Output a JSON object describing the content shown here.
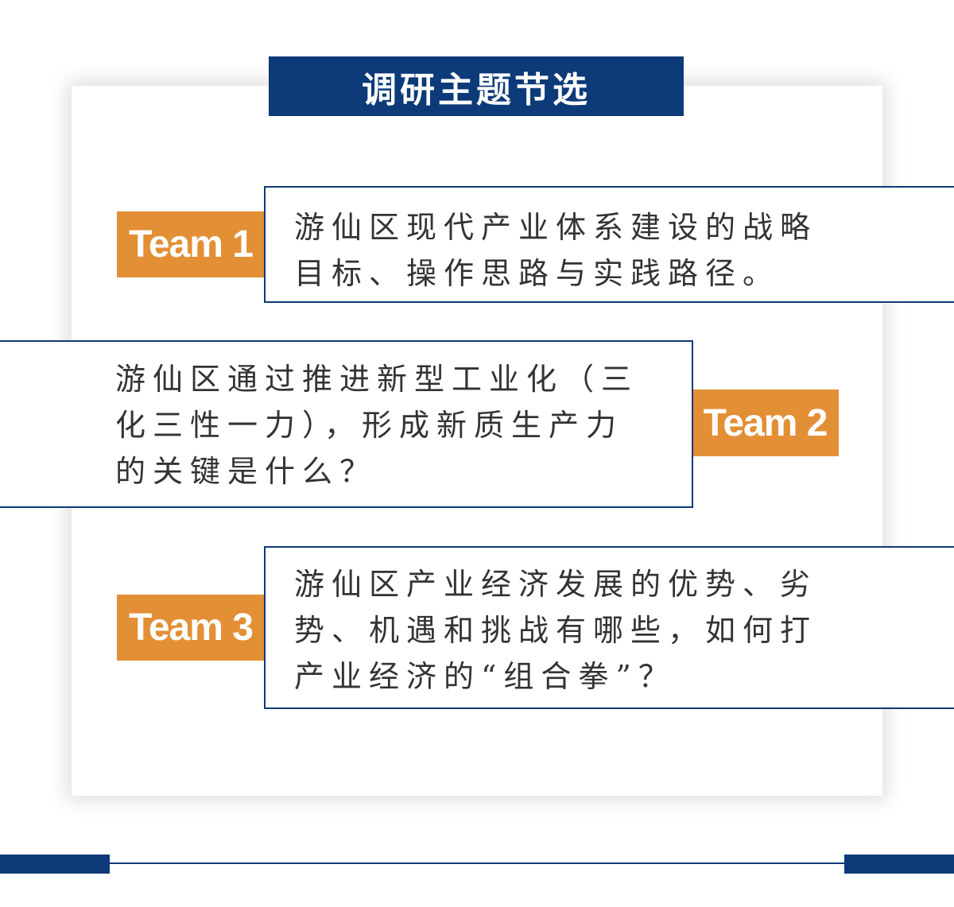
{
  "header": {
    "title": "调研主题节选"
  },
  "teams": [
    {
      "tag": "Team 1",
      "text": "游仙区现代产业体系建设的战略\n目标、操作思路与实践路径。"
    },
    {
      "tag": "Team 2",
      "text": "游仙区通过推进新型工业化（三\n化三性一力），形成新质生产力\n的关键是什么？"
    },
    {
      "tag": "Team 3",
      "text": "游仙区产业经济发展的优势、劣\n势、机遇和挑战有哪些，如何打\n产业经济的“组合拳”？"
    }
  ],
  "colors": {
    "navy": "#0d3a78",
    "orange": "#e38f36"
  }
}
